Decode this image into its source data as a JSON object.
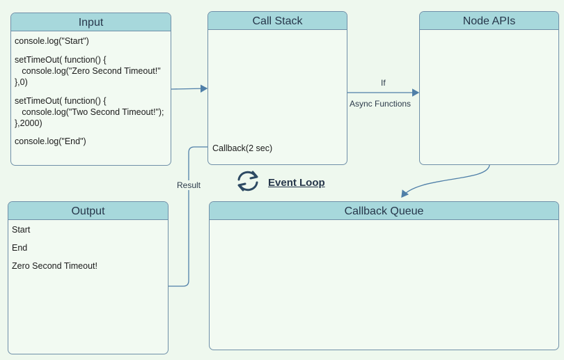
{
  "colors": {
    "background": "#eef8ee",
    "panel_header": "#a7d8dc",
    "panel_border": "#6f8fa8",
    "wire": "#4f7fa8",
    "event_loop_icon": "#2d4a63"
  },
  "input": {
    "title": "Input",
    "lines": [
      "console.log(\"Start\")",
      "setTimeOut( function() {",
      "   console.log(\"Zero Second Timeout!\"",
      "},0)",
      "setTimeOut( function() {",
      "   console.log(\"Two Second Timeout!\");",
      "},2000)",
      "console.log(\"End\")"
    ]
  },
  "call_stack": {
    "title": "Call Stack",
    "item": "Callback(2 sec)"
  },
  "node_apis": {
    "title": "Node APIs"
  },
  "arrow_labels": {
    "if": "If",
    "async": "Async Functions",
    "result": "Result"
  },
  "event_loop": {
    "label": "Event Loop",
    "icon": "refresh-cycle-icon"
  },
  "output": {
    "title": "Output",
    "lines": [
      "Start",
      "End",
      "Zero Second Timeout!"
    ]
  },
  "callback_queue": {
    "title": "Callback Queue"
  }
}
